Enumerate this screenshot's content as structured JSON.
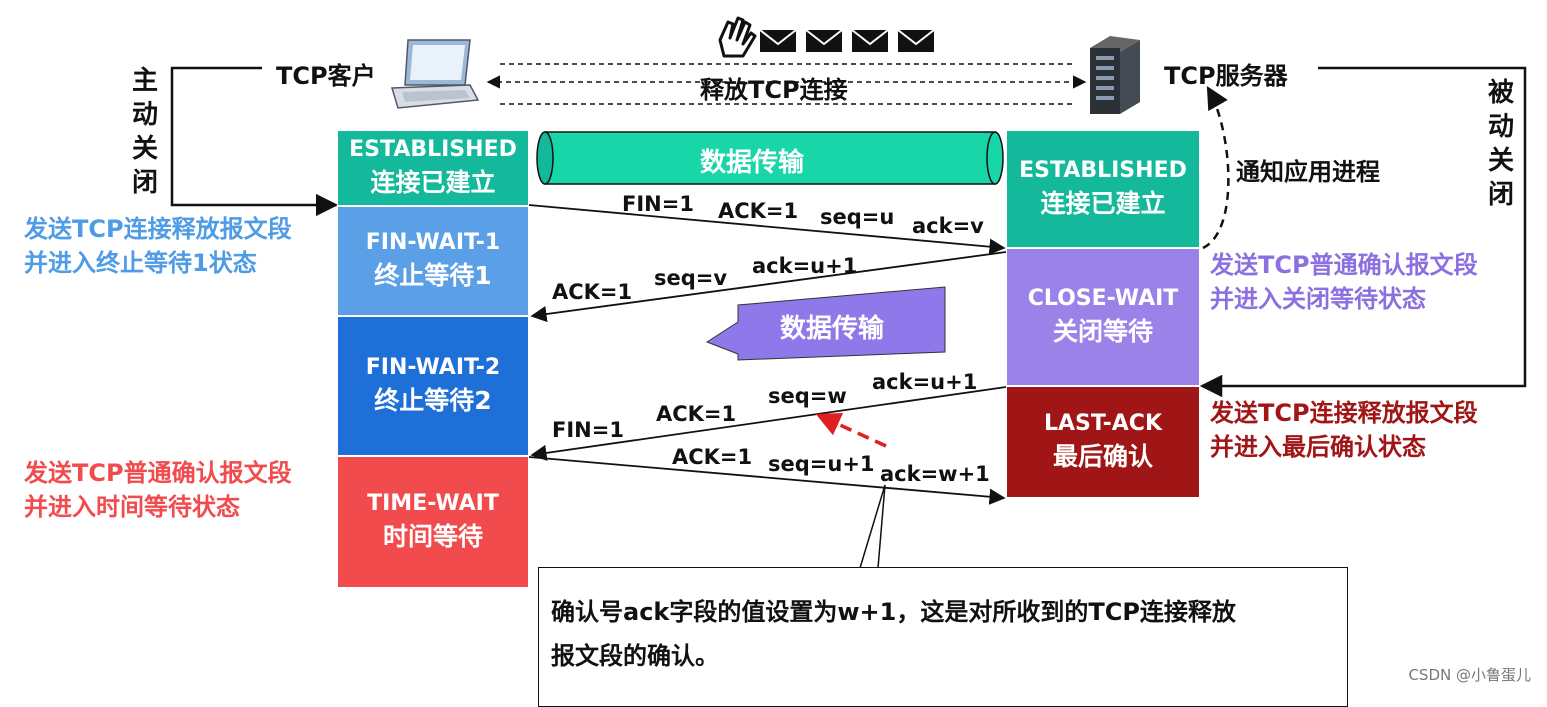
{
  "client": {
    "label": "TCP客户"
  },
  "server": {
    "label": "TCP服务器"
  },
  "center": {
    "release_label": "释放TCP连接",
    "data_transfer_top": "数据传输",
    "data_transfer_mid": "数据传输"
  },
  "left_vertical": "主\n动\n关\n闭",
  "right_vertical": "被\n动\n关\n闭",
  "notify_app": "通知应用进程",
  "colors": {
    "established": "#13B99A",
    "fin_wait_1": "#5BA0E6",
    "fin_wait_2": "#1E6FD8",
    "time_wait": "#F24B4E",
    "close_wait": "#9A82E8",
    "last_ack": "#A01515",
    "note_blue": "#4E9BE6",
    "note_purple": "#8C6FE0",
    "note_red": "#F24B4E",
    "note_darkred": "#A01515"
  },
  "client_states": [
    {
      "en": "ESTABLISHED",
      "zh": "连接已建立"
    },
    {
      "en": "FIN-WAIT-1",
      "zh": "终止等待1"
    },
    {
      "en": "FIN-WAIT-2",
      "zh": "终止等待2"
    },
    {
      "en": "TIME-WAIT",
      "zh": "时间等待"
    }
  ],
  "server_states": [
    {
      "en": "ESTABLISHED",
      "zh": "连接已建立"
    },
    {
      "en": "CLOSE-WAIT",
      "zh": "关闭等待"
    },
    {
      "en": "LAST-ACK",
      "zh": "最后确认"
    }
  ],
  "left_notes": {
    "fin_wait_1": [
      "发送TCP连接释放报文段",
      "并进入终止等待1状态"
    ],
    "time_wait": [
      "发送TCP普通确认报文段",
      "并进入时间等待状态"
    ]
  },
  "right_notes": {
    "close_wait": [
      "发送TCP普通确认报文段",
      "并进入关闭等待状态"
    ],
    "last_ack": [
      "发送TCP连接释放报文段",
      "并进入最后确认状态"
    ]
  },
  "segments": {
    "seg1": [
      "FIN=1",
      "ACK=1",
      "seq=u",
      "ack=v"
    ],
    "seg2": [
      "ACK=1",
      "seq=v",
      "ack=u+1"
    ],
    "seg3": [
      "FIN=1",
      "ACK=1",
      "seq=w",
      "ack=u+1"
    ],
    "seg4": [
      "ACK=1",
      "seq=u+1",
      "ack=w+1"
    ]
  },
  "callout": {
    "line1": "确认号ack字段的值设置为w+1，这是对所收到的TCP连接释放",
    "line2": "报文段的确认。"
  },
  "icons": [
    "hand-icon",
    "envelope-icon",
    "laptop-icon",
    "server-icon"
  ],
  "watermark": "CSDN @小鲁蛋儿"
}
